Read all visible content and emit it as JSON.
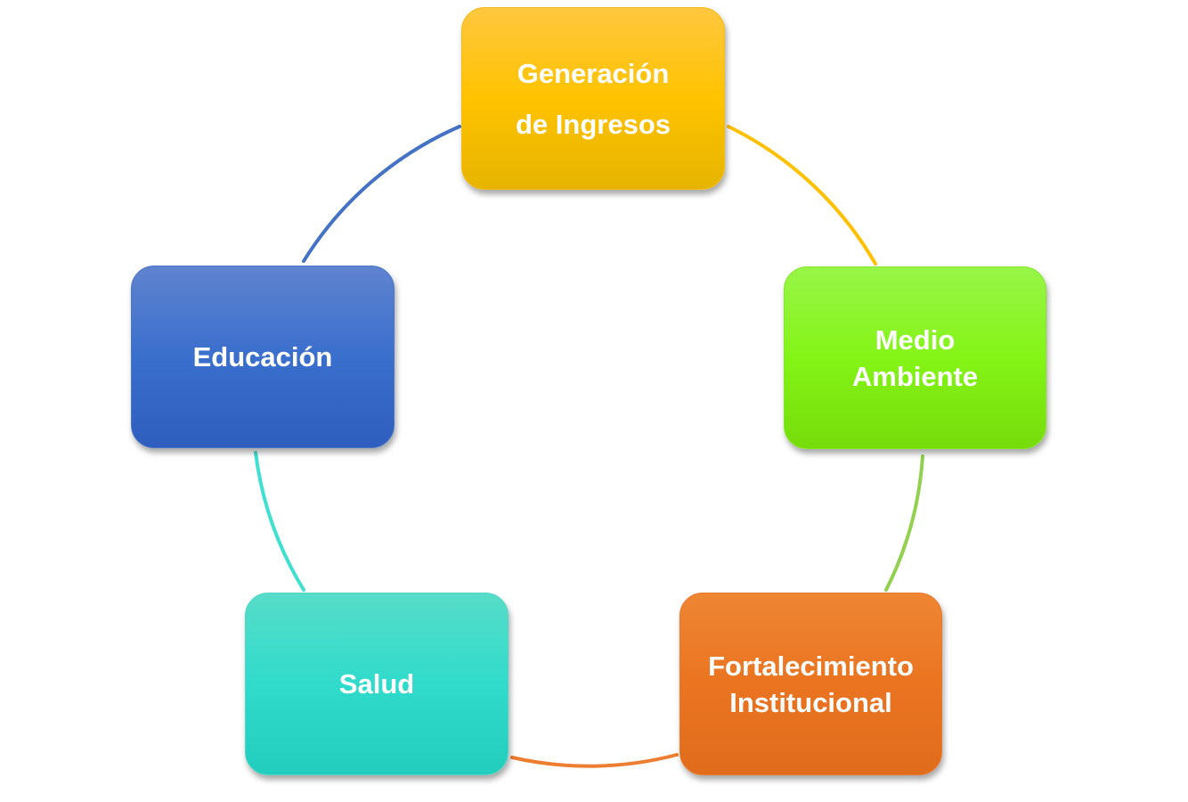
{
  "diagram": {
    "nodes": [
      {
        "id": "generacion",
        "lines": [
          "Generación",
          "de Ingresos"
        ]
      },
      {
        "id": "medio",
        "lines": [
          "Medio",
          "Ambiente"
        ]
      },
      {
        "id": "fortalecimiento",
        "lines": [
          "Fortalecimiento",
          "Institucional"
        ]
      },
      {
        "id": "salud",
        "lines": [
          "Salud"
        ]
      },
      {
        "id": "educacion",
        "lines": [
          "Educación"
        ]
      }
    ],
    "connectors": [
      {
        "from": "generacion",
        "to": "medio",
        "color": "#ffc000"
      },
      {
        "from": "medio",
        "to": "fortalecimiento",
        "color": "#92d050"
      },
      {
        "from": "fortalecimiento",
        "to": "salud",
        "color": "#ed7d31"
      },
      {
        "from": "salud",
        "to": "educacion",
        "color": "#40e0d0"
      },
      {
        "from": "educacion",
        "to": "generacion",
        "color": "#4472c4"
      }
    ]
  }
}
